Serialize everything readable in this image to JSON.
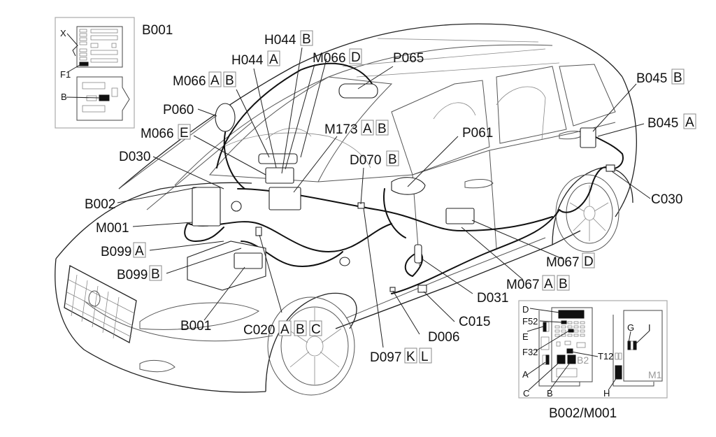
{
  "diagram": {
    "subject": "Vehicle wiring harness component locations",
    "callouts": [
      {
        "id": "B001_top",
        "code": "B001",
        "letters": []
      },
      {
        "id": "H044B",
        "code": "H044",
        "letters": [
          "B"
        ]
      },
      {
        "id": "H044A",
        "code": "H044",
        "letters": [
          "A"
        ]
      },
      {
        "id": "M066D",
        "code": "M066",
        "letters": [
          "D"
        ]
      },
      {
        "id": "P065",
        "code": "P065",
        "letters": []
      },
      {
        "id": "M066AB",
        "code": "M066",
        "letters": [
          "A",
          "B"
        ]
      },
      {
        "id": "P060",
        "code": "P060",
        "letters": []
      },
      {
        "id": "M066E",
        "code": "M066",
        "letters": [
          "E"
        ]
      },
      {
        "id": "M173AB",
        "code": "M173",
        "letters": [
          "A",
          "B"
        ]
      },
      {
        "id": "P061",
        "code": "P061",
        "letters": []
      },
      {
        "id": "D030",
        "code": "D030",
        "letters": []
      },
      {
        "id": "D070B",
        "code": "D070",
        "letters": [
          "B"
        ]
      },
      {
        "id": "B045B",
        "code": "B045",
        "letters": [
          "B"
        ]
      },
      {
        "id": "B045A",
        "code": "B045",
        "letters": [
          "A"
        ]
      },
      {
        "id": "C030",
        "code": "C030",
        "letters": []
      },
      {
        "id": "B002",
        "code": "B002",
        "letters": []
      },
      {
        "id": "M001",
        "code": "M001",
        "letters": []
      },
      {
        "id": "B099A",
        "code": "B099",
        "letters": [
          "A"
        ]
      },
      {
        "id": "B099B",
        "code": "B099",
        "letters": [
          "B"
        ]
      },
      {
        "id": "M067D",
        "code": "M067",
        "letters": [
          "D"
        ]
      },
      {
        "id": "M067AB",
        "code": "M067",
        "letters": [
          "A",
          "B"
        ]
      },
      {
        "id": "D031",
        "code": "D031",
        "letters": []
      },
      {
        "id": "C015",
        "code": "C015",
        "letters": []
      },
      {
        "id": "B001_bottom",
        "code": "B001",
        "letters": []
      },
      {
        "id": "C020ABC",
        "code": "C020",
        "letters": [
          "A",
          "B",
          "C"
        ]
      },
      {
        "id": "D006",
        "code": "D006",
        "letters": []
      },
      {
        "id": "D097KL",
        "code": "D097",
        "letters": [
          "K",
          "L"
        ]
      }
    ],
    "inset_b001": {
      "title": "B001",
      "labels": {
        "x": "X",
        "f1": "F1",
        "b": "B"
      }
    },
    "inset_b002_m001": {
      "title": "B002/M001",
      "labels": {
        "d": "D",
        "f52": "F52",
        "e": "E",
        "f32": "F32",
        "t12": "T12",
        "a": "A",
        "c": "C",
        "b": "B",
        "b2": "B2",
        "g": "G",
        "i": "I",
        "h": "H",
        "m1": "M1"
      }
    }
  },
  "labels": {
    "B001_top": "B001",
    "H044B": "H044",
    "H044B_1": "B",
    "H044A": "H044",
    "H044A_1": "A",
    "M066D": "M066",
    "M066D_1": "D",
    "P065": "P065",
    "M066AB": "M066",
    "M066AB_1": "A",
    "M066AB_2": "B",
    "P060": "P060",
    "M066E": "M066",
    "M066E_1": "E",
    "M173AB": "M173",
    "M173AB_1": "A",
    "M173AB_2": "B",
    "P061": "P061",
    "D030": "D030",
    "D070B": "D070",
    "D070B_1": "B",
    "B045B": "B045",
    "B045B_1": "B",
    "B045A": "B045",
    "B045A_1": "A",
    "C030": "C030",
    "B002": "B002",
    "M001": "M001",
    "B099A": "B099",
    "B099A_1": "A",
    "B099B": "B099",
    "B099B_1": "B",
    "M067D": "M067",
    "M067D_1": "D",
    "M067AB": "M067",
    "M067AB_1": "A",
    "M067AB_2": "B",
    "D031": "D031",
    "C015": "C015",
    "B001_bottom": "B001",
    "C020ABC": "C020",
    "C020ABC_1": "A",
    "C020ABC_2": "B",
    "C020ABC_3": "C",
    "D006": "D006",
    "D097KL": "D097",
    "D097KL_1": "K",
    "D097KL_2": "L"
  }
}
